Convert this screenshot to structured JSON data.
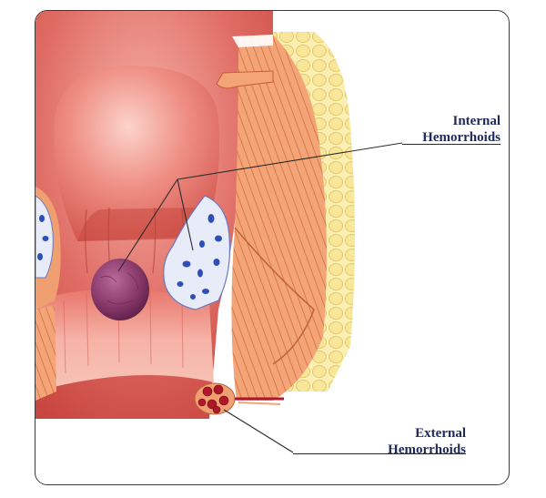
{
  "labels": {
    "internal": {
      "line1": "Internal",
      "line2": "Hemorrhoids"
    },
    "external": {
      "line1": "External",
      "line2": "Hemorrhoids"
    }
  },
  "colors": {
    "frame_border": "#3c3c3c",
    "label_text": "#1e2a5a",
    "mucosa": "#d85a55",
    "mucosa_light": "#f29a8e",
    "muscle": "#f0a070",
    "fat": "#f7e79a",
    "hemorrhoid": "#8a3a6a",
    "external_clot": "#b0182a",
    "vein_plexus": "#e8ecf8"
  }
}
